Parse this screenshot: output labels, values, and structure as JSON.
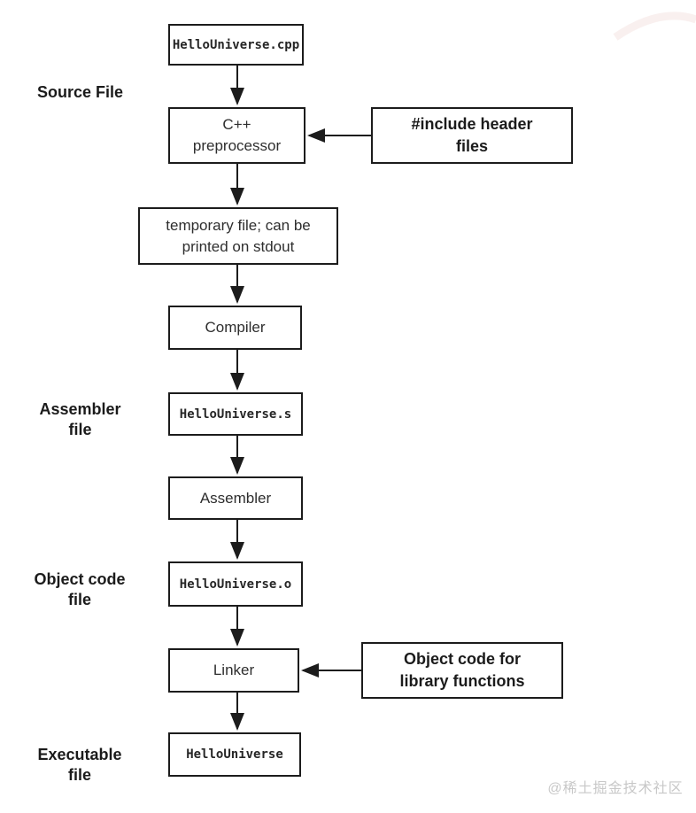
{
  "colors": {
    "background": "#ffffff",
    "box_border": "#1c1c1c",
    "text": "#262626",
    "watermark": "#c8c8c8"
  },
  "stage_labels": {
    "source": "Source File",
    "assembler": "Assembler\nfile",
    "object": "Object code\nfile",
    "executable": "Executable\nfile"
  },
  "nodes": {
    "source_file": "HelloUniverse.cpp",
    "preprocessor": "C++\npreprocessor",
    "include_headers": "#include header\nfiles",
    "temp_file": "temporary file; can be\nprinted on stdout",
    "compiler": "Compiler",
    "assembler_file": "HelloUniverse.s",
    "assembler": "Assembler",
    "object_file": "HelloUniverse.o",
    "linker": "Linker",
    "library_object": "Object code for\nlibrary functions",
    "executable_file": "HelloUniverse"
  },
  "watermark": "@稀土掘金技术社区"
}
